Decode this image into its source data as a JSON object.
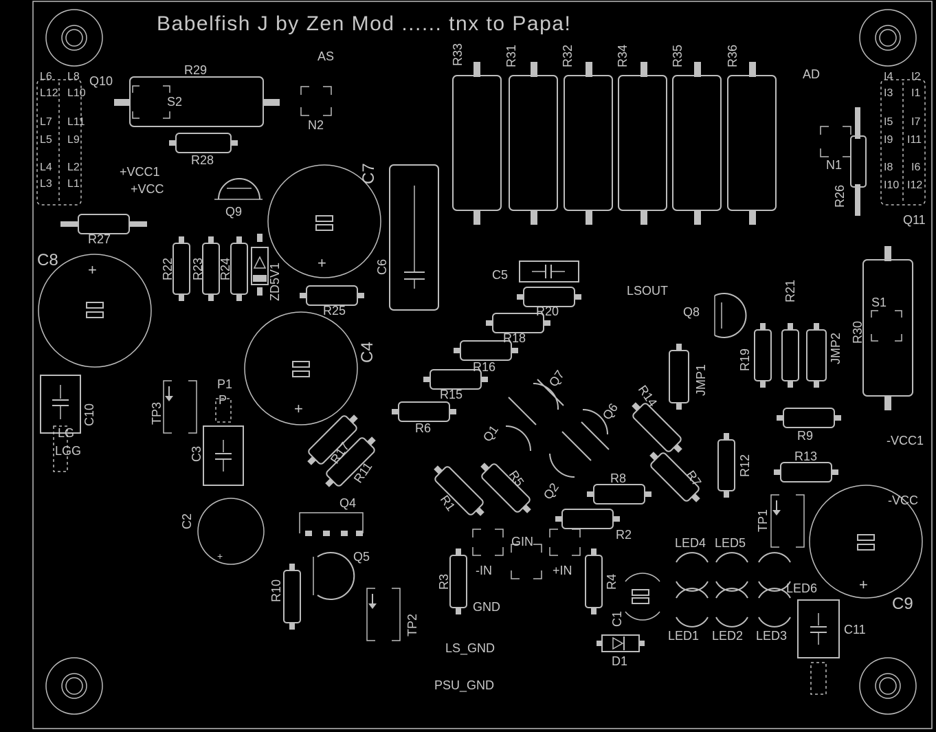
{
  "title": "Babelfish J by Zen Mod ...... tnx to Papa!",
  "labels": {
    "as": "AS",
    "ad": "AD",
    "n1": "N1",
    "n2": "N2",
    "s1": "S1",
    "s2": "S2",
    "q1": "Q1",
    "q2": "Q2",
    "q4": "Q4",
    "q5": "Q5",
    "q6": "Q6",
    "q7": "Q7",
    "q8": "Q8",
    "q9": "Q9",
    "q10": "Q10",
    "q11": "Q11",
    "r1": "R1",
    "r2": "R2",
    "r3": "R3",
    "r4": "R4",
    "r5": "R5",
    "r6": "R6",
    "r7": "R7",
    "r8": "R8",
    "r9": "R9",
    "r10": "R10",
    "r11": "R11",
    "r12": "R12",
    "r13": "R13",
    "r14": "R14",
    "r15": "R15",
    "r16": "R16",
    "r17": "R17",
    "r18": "R18",
    "r19": "R19",
    "r20": "R20",
    "r21": "R21",
    "r22": "R22",
    "r23": "R23",
    "r24": "R24",
    "r25": "R25",
    "r26": "R26",
    "r27": "R27",
    "r28": "R28",
    "r29": "R29",
    "r30": "R30",
    "r31": "R31",
    "r32": "R32",
    "r33": "R33",
    "r34": "R34",
    "r35": "R35",
    "r36": "R36",
    "c1": "C1",
    "c2": "C2",
    "c3": "C3",
    "c4": "C4",
    "c5": "C5",
    "c6": "C6",
    "c7": "C7",
    "c8": "C8",
    "c9": "C9",
    "c10": "C10",
    "c11": "C11",
    "d1": "D1",
    "zd5v1": "ZD5V1",
    "tp1": "TP1",
    "tp2": "TP2",
    "tp3": "TP3",
    "jmp1": "JMP1",
    "jmp2": "JMP2",
    "p1": "P1",
    "p": "P",
    "lg": "LG",
    "lgg": "LGG",
    "vcc1p": "+VCC1",
    "vccp": "+VCC",
    "vcc1m": "-VCC1",
    "vccm": "-VCC",
    "lsout": "LSOUT",
    "gin": "GIN",
    "in_m": "-IN",
    "in_p": "+IN",
    "gnd": "GND",
    "ls_gnd": "LS_GND",
    "psu_gnd": "PSU_GND",
    "led1": "LED1",
    "led2": "LED2",
    "led3": "LED3",
    "led4": "LED4",
    "led5": "LED5",
    "led6": "LED6",
    "l6": "L6",
    "l8": "L8",
    "l12": "L12",
    "l10": "L10",
    "l7": "L7",
    "l11": "L11",
    "l5": "L5",
    "l9": "L9",
    "l4": "L4",
    "l2": "L2",
    "l3": "L3",
    "l1": "L1",
    "i4": "I4",
    "i2": "I2",
    "i3": "I3",
    "i1": "I1",
    "i5": "I5",
    "i7": "I7",
    "i9": "I9",
    "i11": "I11",
    "i8": "I8",
    "i6": "I6",
    "i10": "I10",
    "i12": "I12"
  },
  "colors": {
    "background": "#000000",
    "silkscreen": "#c8c8c8"
  }
}
